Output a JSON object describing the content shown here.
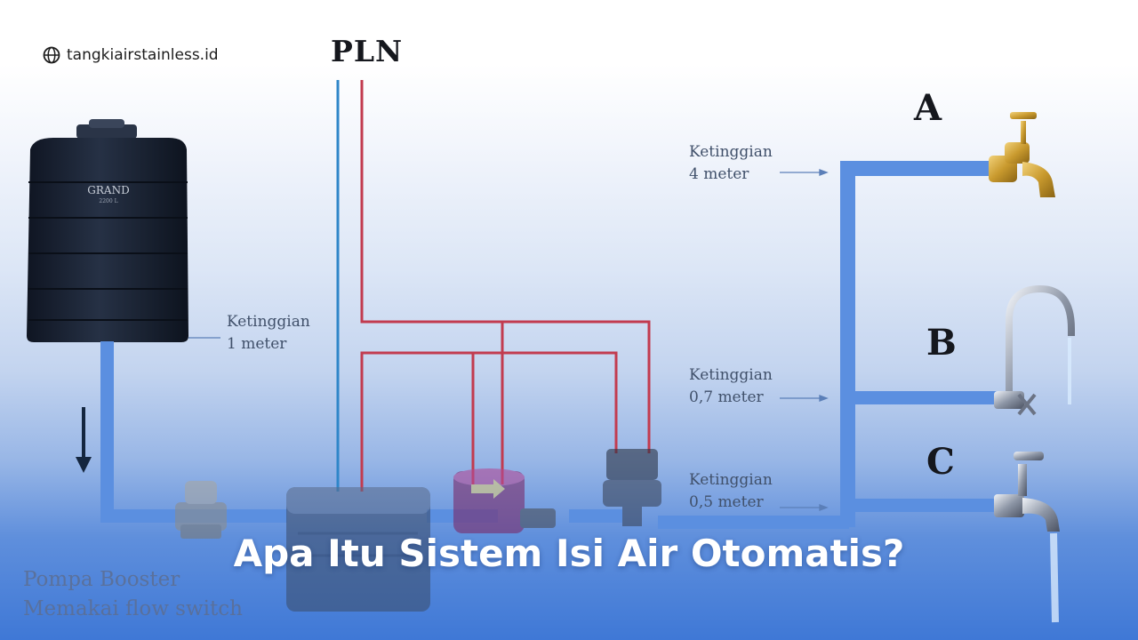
{
  "site": {
    "name": "tangkiairstainless.id",
    "icon": "globe-icon"
  },
  "power_label": "PLN",
  "tank": {
    "brand": "GRAND",
    "capacity": "2200 L",
    "height_label": [
      "Ketinggian",
      "1 meter"
    ]
  },
  "outlets": [
    {
      "letter": "A",
      "height_label": [
        "Ketinggian",
        "4 meter"
      ]
    },
    {
      "letter": "B",
      "height_label": [
        "Ketinggian",
        "0,7 meter"
      ]
    },
    {
      "letter": "C",
      "height_label": [
        "Ketinggian",
        "0,5 meter"
      ]
    }
  ],
  "pump_caption": [
    "Pompa Booster",
    "Memakai flow switch"
  ],
  "headline": "Apa Itu Sistem Isi Air Otomatis?",
  "colors": {
    "pipe": "#5b8fe0",
    "wire_red": "#c23b4f",
    "wire_blue": "#2f86c9",
    "tank": "#1b2333",
    "headline": "#ffffff"
  }
}
